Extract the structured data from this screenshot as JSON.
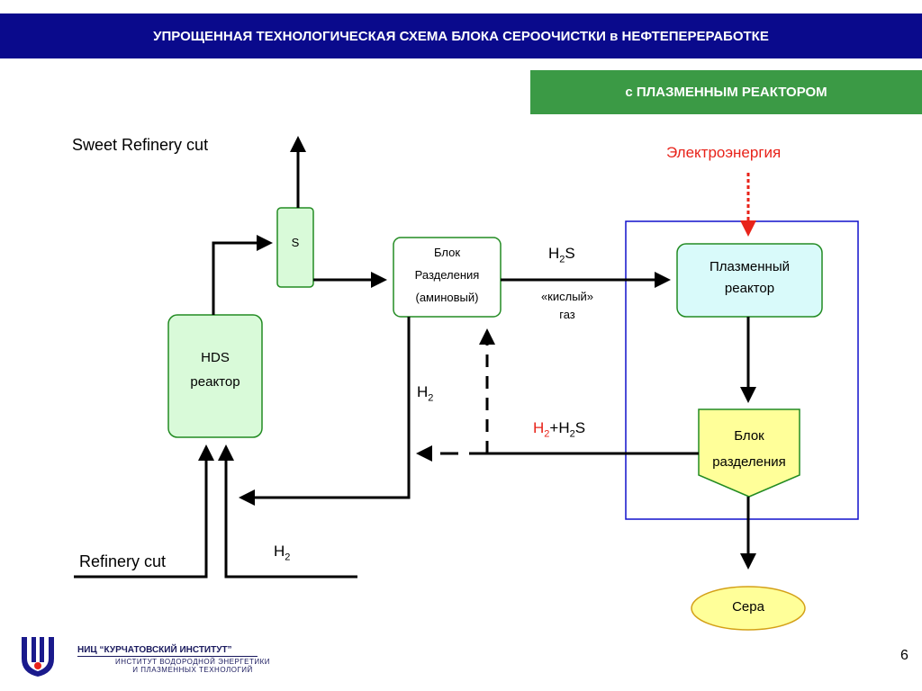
{
  "header": {
    "title": "УПРОЩЕННАЯ ТЕХНОЛОГИЧЕСКАЯ СХЕМА БЛОКА СЕРООЧИСТКИ в НЕФТЕПЕРЕРАБОТКЕ"
  },
  "subheader": {
    "label": "с ПЛАЗМЕННЫМ РЕАКТОРОМ"
  },
  "labels": {
    "sweet_refinery_cut": "Sweet Refinery cut",
    "refinery_cut": "Refinery cut",
    "electro": "Электроэнергия",
    "h2s_top": {
      "base": "H",
      "sub": "2",
      "tail": "S"
    },
    "acid_gas": [
      "«кислый»",
      "газ"
    ],
    "h2_mid": {
      "base": "H",
      "sub": "2"
    },
    "h2_h2s": {
      "p1": "H",
      "p1sub": "2",
      "plus": "+H",
      "p2sub": "2",
      "tail": "S"
    },
    "h2_bottom": {
      "base": "H",
      "sub": "2"
    }
  },
  "boxes": {
    "hds": [
      "HDS",
      "реактор"
    ],
    "s": "S",
    "amine": [
      "Блок",
      "Разделения",
      "(аминовый)"
    ],
    "plasma": [
      "Плазменный",
      "реактор"
    ],
    "separation": [
      "Блок",
      "разделения"
    ],
    "sulfur": "Сера"
  },
  "colors": {
    "header_bg": "#0a0a8c",
    "banner_bg": "#3b9a45",
    "electro_red": "#e8231a",
    "box_green": "#d9fad9",
    "box_cyan": "#d9fafa",
    "box_yellow": "#ffff99"
  },
  "footer": {
    "institute": "НИЦ “КУРЧАТОВСКИЙ ИНСТИТУТ”",
    "sub1": "ИНСТИТУТ ВОДОРОДНОЙ ЭНЕРГЕТИКИ",
    "sub2": "И ПЛАЗМЕННЫХ ТЕХНОЛОГИЙ",
    "logo_icon": "kurchatov-logo"
  },
  "page_number": "6"
}
